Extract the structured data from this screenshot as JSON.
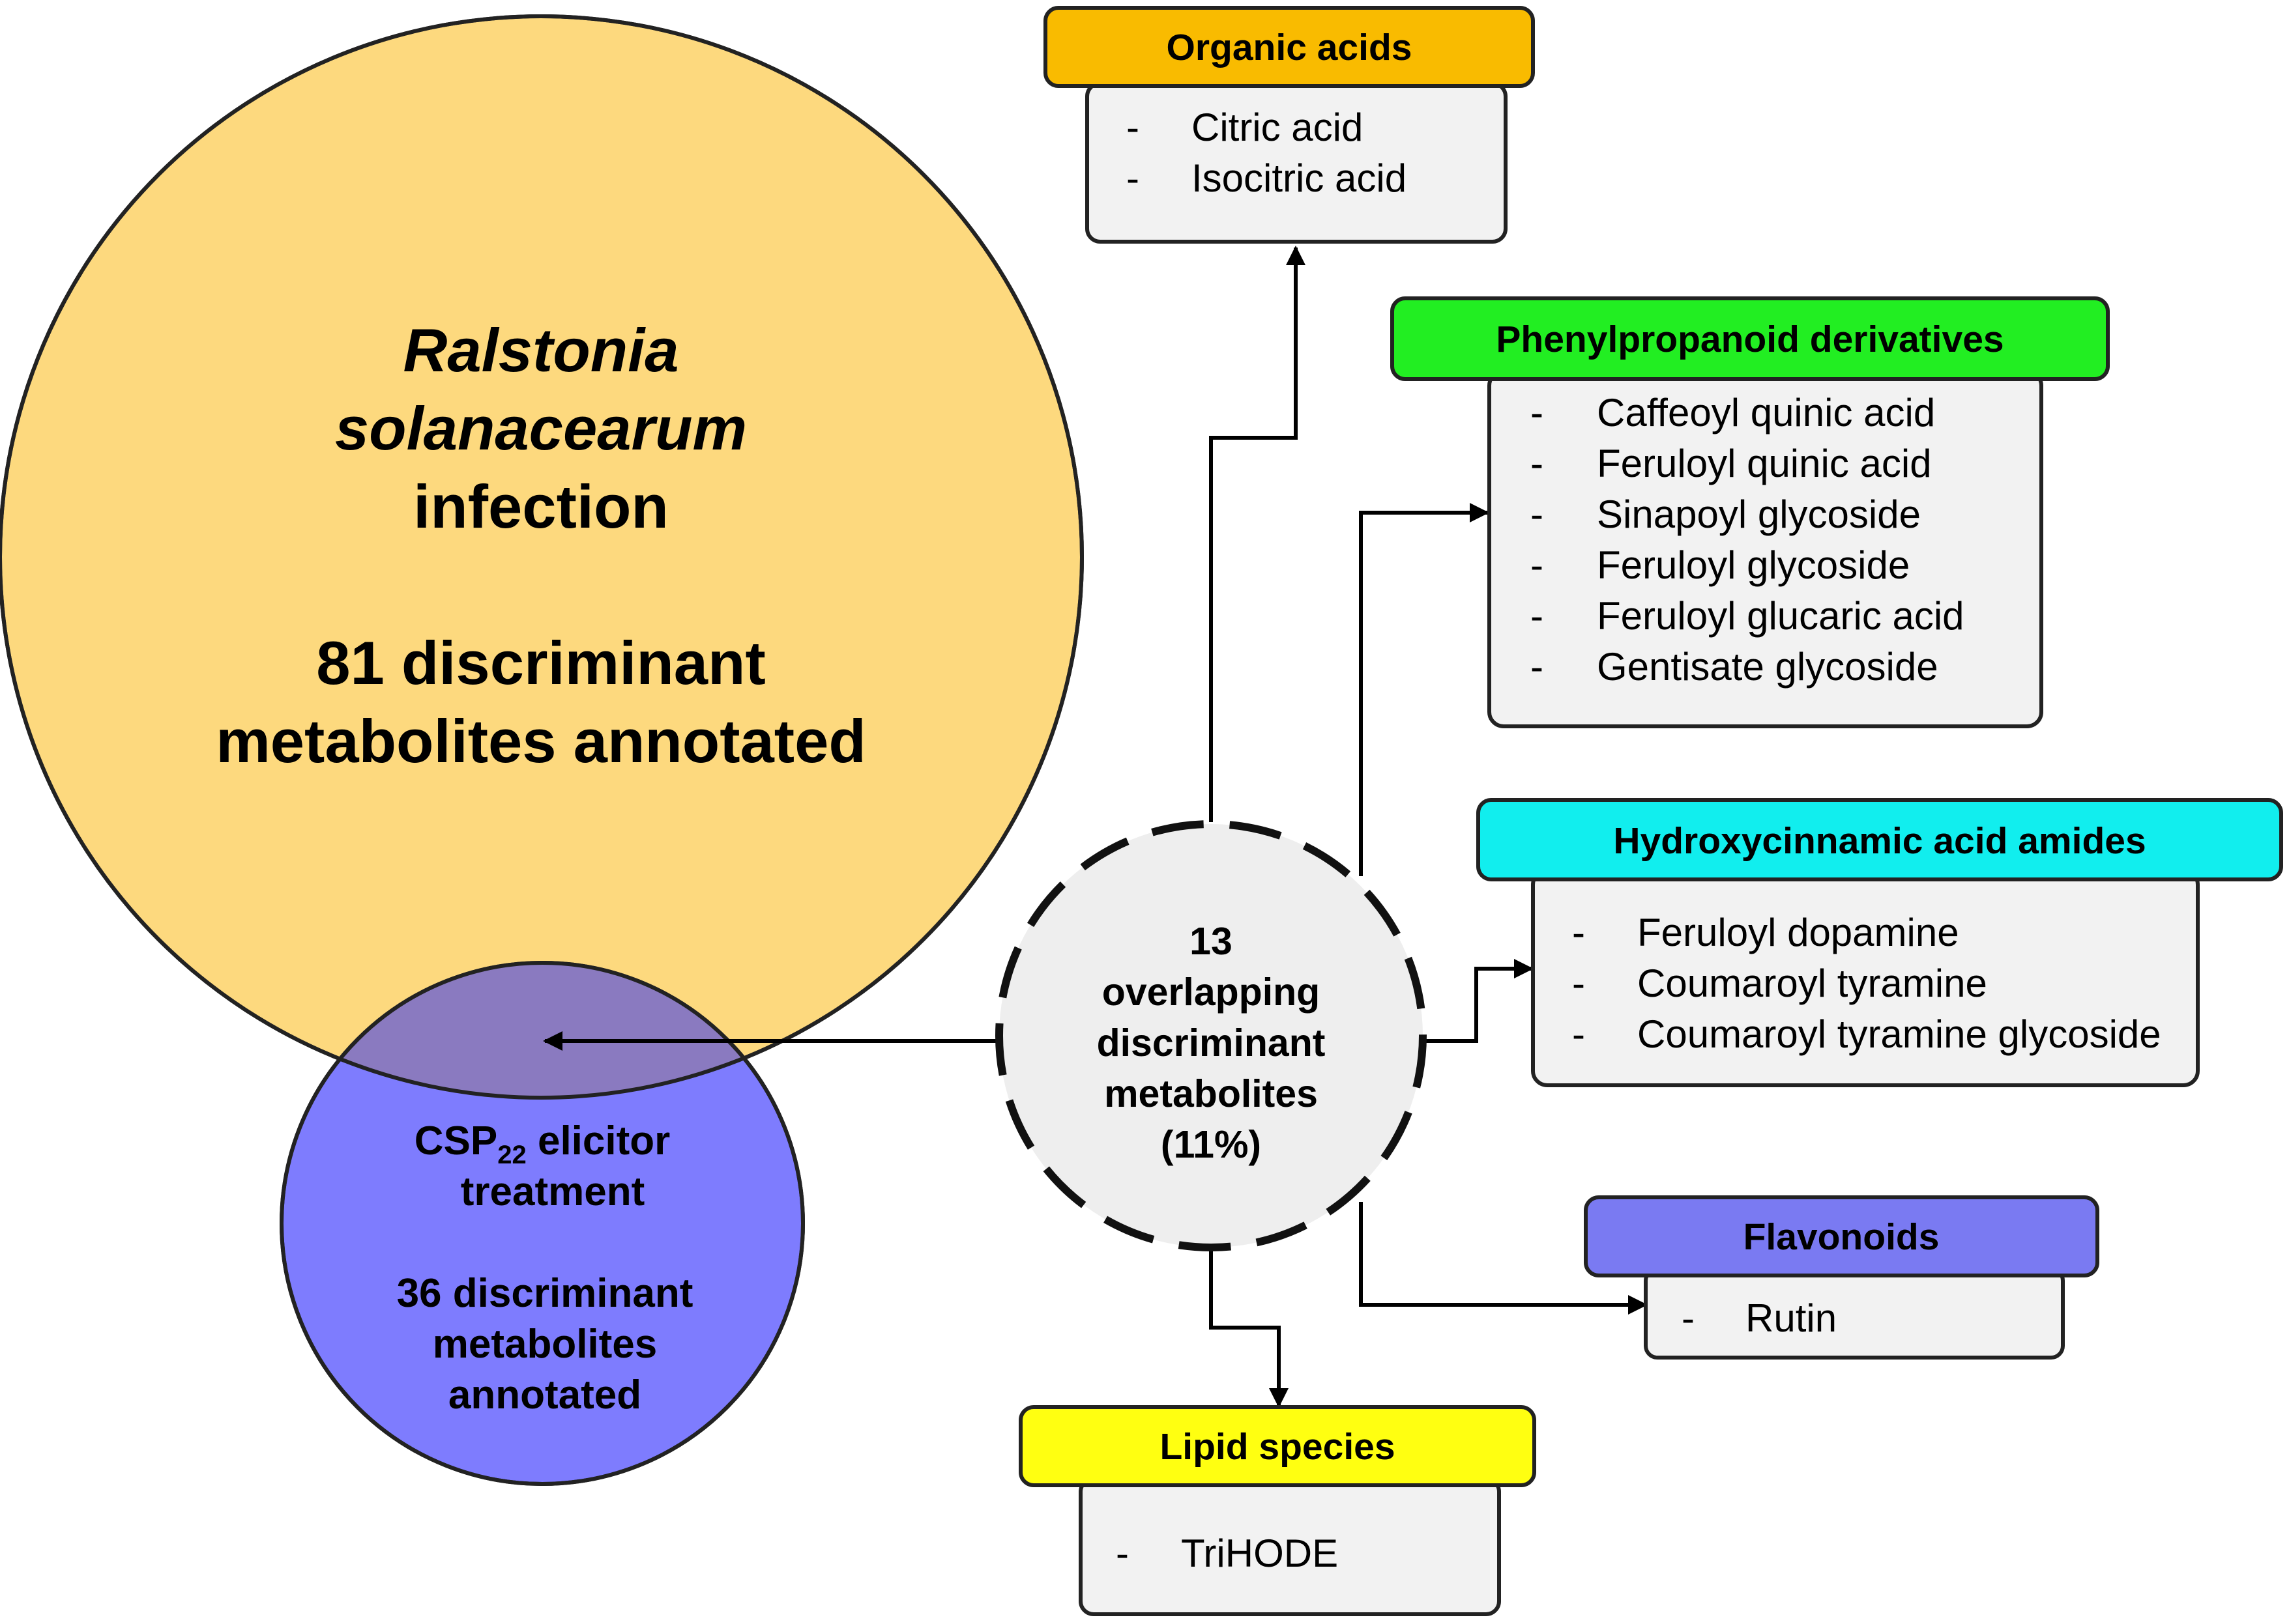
{
  "colors": {
    "ralstonia_circle": "#FDD97E",
    "csp_circle": "#7E7CFE",
    "overlap": "#8A7AC0",
    "center_circle": "#EEEEEE",
    "item_box": "#F2F2F2",
    "organic_acids": "#F9BB00",
    "phenylpropanoid": "#22EE22",
    "hydroxycinnamic": "#11EEEE",
    "flavonoids": "#7A7AF2",
    "lipid": "#FFFF11",
    "line": "#000000"
  },
  "ralstonia": {
    "line1": "Ralstonia",
    "line2": "solanacearum",
    "line3": "infection",
    "line4": "81 discriminant",
    "line5": "metabolites annotated"
  },
  "csp": {
    "line1_main": "CSP",
    "line1_sub": "22",
    "line1_rest": " elicitor",
    "line2": "treatment",
    "line3": "36 discriminant",
    "line4": "metabolites",
    "line5": "annotated"
  },
  "center": {
    "line1": "13",
    "line2": "overlapping",
    "line3": "discriminant",
    "line4": "metabolites",
    "line5": "(11%)"
  },
  "bullet": "-",
  "categories": {
    "organic_acids": {
      "title": "Organic acids",
      "items": [
        "Citric acid",
        "Isocitric acid"
      ]
    },
    "phenylpropanoid": {
      "title": "Phenylpropanoid derivatives",
      "items": [
        "Caffeoyl quinic acid",
        "Feruloyl quinic acid",
        "Sinapoyl glycoside",
        "Feruloyl glycoside",
        "Feruloyl glucaric acid",
        "Gentisate glycoside"
      ]
    },
    "hydroxycinnamic": {
      "title": "Hydroxycinnamic acid amides",
      "items": [
        "Feruloyl dopamine",
        "Coumaroyl tyramine",
        "Coumaroyl tyramine glycoside"
      ]
    },
    "flavonoids": {
      "title": "Flavonoids",
      "items": [
        "Rutin"
      ]
    },
    "lipid": {
      "title": "Lipid species",
      "items": [
        "TriHODE"
      ]
    }
  }
}
